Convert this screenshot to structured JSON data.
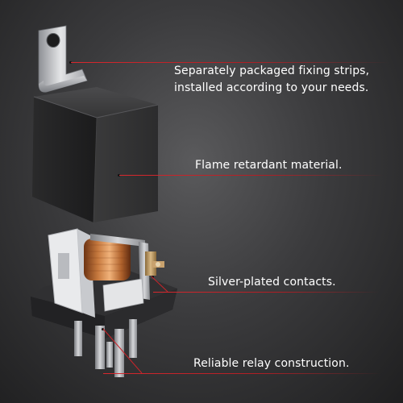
{
  "features": [
    {
      "id": "fixing-strips",
      "lines": [
        "Separately packaged fixing strips,",
        "installed according to your needs."
      ]
    },
    {
      "id": "material",
      "lines": [
        "Flame retardant material."
      ]
    },
    {
      "id": "contacts",
      "lines": [
        "Silver-plated contacts."
      ]
    },
    {
      "id": "construction",
      "lines": [
        "Reliable relay construction."
      ]
    }
  ],
  "colors": {
    "accent_line": "#d8282e",
    "caption_text": "#ffffff",
    "background": "#3b3b3d"
  }
}
